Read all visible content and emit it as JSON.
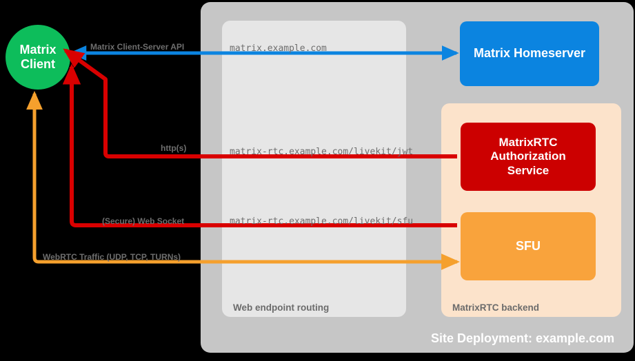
{
  "diagram": {
    "site_title": "Site Deployment: example.com",
    "zones": [
      {
        "id": "web-endpoint-routing",
        "label": "Web endpoint routing"
      },
      {
        "id": "matrixrtc-backend",
        "label": "MatrixRTC backend"
      }
    ],
    "nodes": [
      {
        "id": "matrix-client",
        "label": "Matrix\nClient",
        "line1": "Matrix",
        "line2": "Client",
        "color": "#0DBD5B",
        "shape": "circle"
      },
      {
        "id": "matrix-homeserver",
        "label": "Matrix Homeserver",
        "color": "#0B84E0",
        "shape": "rect"
      },
      {
        "id": "matrixrtc-authorization-service",
        "label": "MatrixRTC\nAuthorization\nService",
        "line1": "MatrixRTC",
        "line2": "Authorization",
        "line3": "Service",
        "color": "#CC0000",
        "shape": "rect"
      },
      {
        "id": "sfu",
        "label": "SFU",
        "color": "#F9A33C",
        "shape": "rect"
      }
    ],
    "connections": [
      {
        "id": "matrix-client-server-api",
        "protocol_label": "Matrix Client-Server API",
        "endpoint": "matrix.example.com",
        "color": "#0B84E0",
        "from": "matrix-homeserver",
        "to": "matrix-client"
      },
      {
        "id": "livekit-jwt",
        "protocol_label": "http(s)",
        "endpoint": "matrix-rtc.example.com/livekit/jwt",
        "color": "#D90000",
        "from": "matrixrtc-authorization-service",
        "to": "matrix-client"
      },
      {
        "id": "livekit-sfu-websocket",
        "protocol_label": "(Secure) Web Socket",
        "endpoint": "matrix-rtc.example.com/livekit/sfu",
        "color": "#D90000",
        "from": "sfu",
        "to": "matrix-client"
      },
      {
        "id": "webrtc-traffic",
        "protocol_label": "WebRTC Traffic (UDP, TCP, TURNs)",
        "endpoint": "",
        "color": "#F5A02D",
        "from": "sfu",
        "to": "matrix-client"
      }
    ],
    "colors": {
      "background": "#000000",
      "site_panel": "#C6C6C6",
      "routing_panel": "#E6E6E6",
      "backend_panel": "#FCE3CB",
      "client_green": "#0DBD5B",
      "homeserver_blue": "#0B84E0",
      "auth_red": "#CC0000",
      "sfu_orange": "#F9A33C",
      "label_gray": "#6E6E6E"
    }
  }
}
